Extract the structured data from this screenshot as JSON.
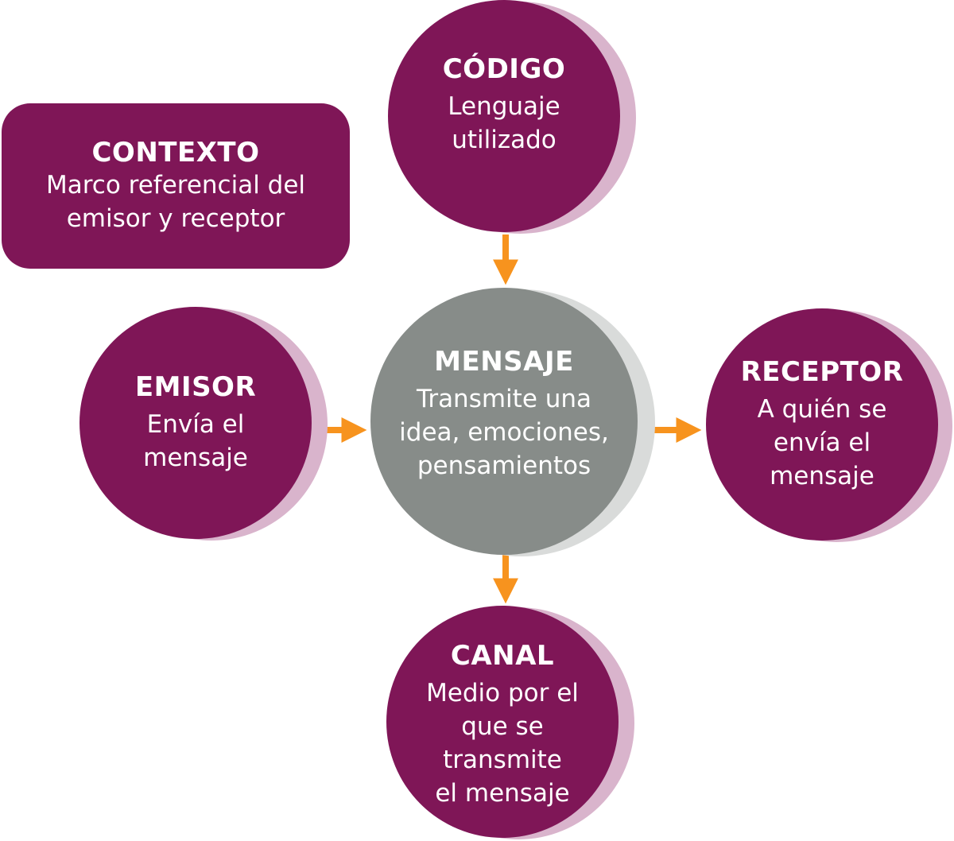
{
  "contexto": {
    "title": "CONTEXTO",
    "desc": "Marco referencial del\nemisor y receptor"
  },
  "codigo": {
    "title": "CÓDIGO",
    "desc": "Lenguaje\nutilizado"
  },
  "emisor": {
    "title": "EMISOR",
    "desc": "Envía el\nmensaje"
  },
  "mensaje": {
    "title": "MENSAJE",
    "desc": "Transmite una\nidea, emociones,\npensamientos"
  },
  "receptor": {
    "title": "RECEPTOR",
    "desc": "A quién se\nenvía el\nmensaje"
  },
  "canal": {
    "title": "CANAL",
    "desc": "Medio por el\nque se\ntransmite\nel mensaje"
  },
  "colors": {
    "node": "#7f1657",
    "node_shadow": "#d9b4cc",
    "center": "#878c89",
    "center_shadow": "#d9dbda",
    "arrow": "#f7931e"
  }
}
